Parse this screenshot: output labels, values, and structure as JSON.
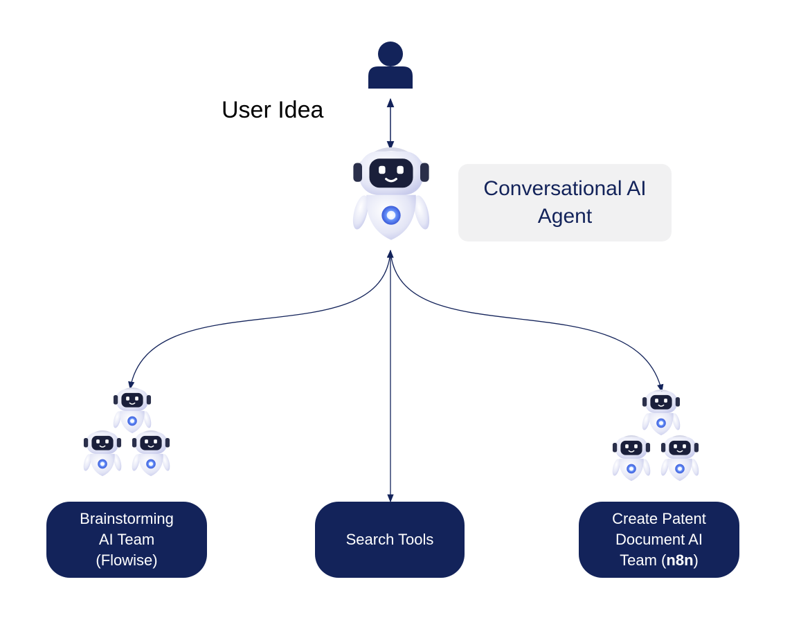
{
  "user": {
    "label": "User Idea"
  },
  "agent": {
    "line1": "Conversational AI",
    "line2": "Agent"
  },
  "teams": {
    "left": {
      "line1": "Brainstorming",
      "line2": "AI Team",
      "line3": "(Flowise)"
    },
    "middle": {
      "line1": "Search Tools"
    },
    "right": {
      "line1": "Create Patent",
      "line2": "Document AI",
      "line3_prefix": "Team (",
      "line3_bold": "n8n",
      "line3_suffix": ")"
    }
  },
  "colors": {
    "navy": "#13235a",
    "box_gray": "#f1f1f2",
    "robot_white": "#eef0f8",
    "robot_visor": "#1a1f3a",
    "robot_glow": "#4a78ff"
  },
  "icons": [
    "user-icon",
    "robot-icon",
    "arrow-icon"
  ]
}
